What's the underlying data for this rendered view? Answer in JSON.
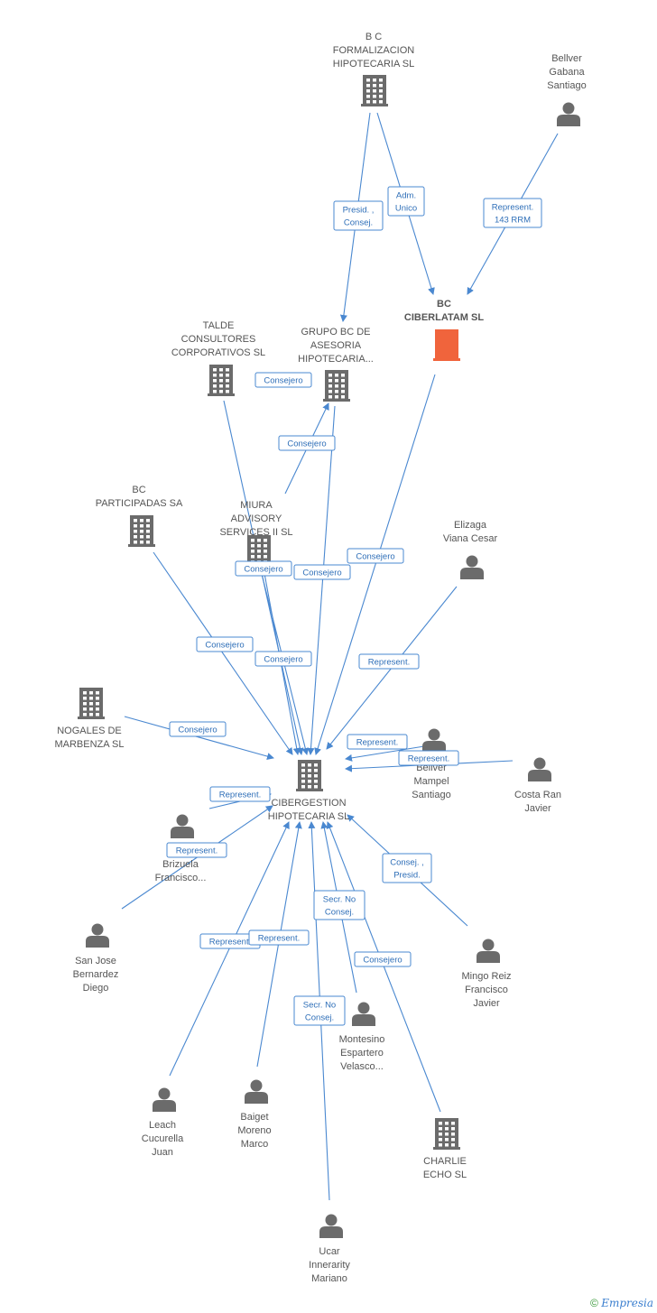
{
  "nodes": [
    {
      "id": "bcform",
      "type": "company",
      "focus": false,
      "lines": [
        "B C",
        "FORMALIZACION",
        "HIPOTECARIA SL"
      ]
    },
    {
      "id": "bellver_g",
      "type": "person",
      "focus": false,
      "lines": [
        "Bellver",
        "Gabana",
        "Santiago"
      ]
    },
    {
      "id": "ciberlatam",
      "type": "company",
      "focus": true,
      "lines": [
        "BC",
        "CIBERLATAM SL"
      ]
    },
    {
      "id": "talde",
      "type": "company",
      "focus": false,
      "lines": [
        "TALDE",
        "CONSULTORES",
        "CORPORATIVOS SL"
      ]
    },
    {
      "id": "grupobc",
      "type": "company",
      "focus": false,
      "lines": [
        "GRUPO BC DE",
        "ASESORIA",
        "HIPOTECARIA..."
      ]
    },
    {
      "id": "bcpart",
      "type": "company",
      "focus": false,
      "lines": [
        "BC",
        "PARTICIPADAS SA"
      ]
    },
    {
      "id": "miura",
      "type": "company",
      "focus": false,
      "lines": [
        "MIURA",
        "ADVISORY",
        "SERVICES II SL"
      ]
    },
    {
      "id": "elizaga",
      "type": "person",
      "focus": false,
      "lines": [
        "Elizaga",
        "Viana Cesar"
      ]
    },
    {
      "id": "nogales",
      "type": "company",
      "focus": false,
      "lines": [
        "NOGALES DE",
        "MARBENZA SL"
      ]
    },
    {
      "id": "cibergestion",
      "type": "company",
      "focus": false,
      "lines": [
        "CIBERGESTION",
        "HIPOTECARIA SL"
      ]
    },
    {
      "id": "bellver_m",
      "type": "person",
      "focus": false,
      "lines": [
        "Bellver",
        "Mampel",
        "Santiago"
      ]
    },
    {
      "id": "costa",
      "type": "person",
      "focus": false,
      "lines": [
        "Costa Ran",
        "Javier"
      ]
    },
    {
      "id": "brizuela",
      "type": "person",
      "focus": false,
      "lines": [
        "C...",
        "Brizuela",
        "Francisco..."
      ]
    },
    {
      "id": "sanjose",
      "type": "person",
      "focus": false,
      "lines": [
        "San Jose",
        "Bernardez",
        "Diego"
      ]
    },
    {
      "id": "mingo",
      "type": "person",
      "focus": false,
      "lines": [
        "Mingo Reiz",
        "Francisco",
        "Javier"
      ]
    },
    {
      "id": "montesino",
      "type": "person",
      "focus": false,
      "lines": [
        "Montesino",
        "Espartero",
        "Velasco..."
      ]
    },
    {
      "id": "leach",
      "type": "person",
      "focus": false,
      "lines": [
        "Leach",
        "Cucurella",
        "Juan"
      ]
    },
    {
      "id": "baiget",
      "type": "person",
      "focus": false,
      "lines": [
        "Baiget",
        "Moreno",
        "Marco"
      ]
    },
    {
      "id": "charlie",
      "type": "company",
      "focus": false,
      "lines": [
        "CHARLIE",
        "ECHO SL"
      ]
    },
    {
      "id": "ucar",
      "type": "person",
      "focus": false,
      "lines": [
        "Ucar",
        "Innerarity",
        "Mariano"
      ]
    }
  ],
  "edges": [
    {
      "from": "bcform",
      "to": "grupobc",
      "lines": [
        "Presid. ,",
        "Consej."
      ]
    },
    {
      "from": "bcform",
      "to": "ciberlatam",
      "lines": [
        "Adm.",
        "Unico"
      ]
    },
    {
      "from": "bellver_g",
      "to": "ciberlatam",
      "lines": [
        "Represent.",
        "143 RRM"
      ]
    },
    {
      "from": "talde",
      "to": "grupobc",
      "lines": [
        "Consejero"
      ]
    },
    {
      "from": "miura",
      "to": "grupobc",
      "lines": [
        "Consejero"
      ]
    },
    {
      "from": "grupobc",
      "to": "cibergestion",
      "lines": [
        "Consejero"
      ]
    },
    {
      "from": "ciberlatam",
      "to": "cibergestion",
      "lines": [
        "Consejero"
      ]
    },
    {
      "from": "miura",
      "to": "cibergestion",
      "lines": [
        "Consejero"
      ]
    },
    {
      "from": "bcpart",
      "to": "cibergestion",
      "lines": [
        "Consejero"
      ]
    },
    {
      "from": "talde",
      "to": "cibergestion",
      "lines": [
        "Consejero"
      ]
    },
    {
      "from": "elizaga",
      "to": "cibergestion",
      "lines": [
        "Represent."
      ]
    },
    {
      "from": "nogales",
      "to": "cibergestion",
      "lines": [
        "Consejero"
      ]
    },
    {
      "from": "bellver_m",
      "to": "cibergestion",
      "lines": [
        "Represent."
      ]
    },
    {
      "from": "costa",
      "to": "cibergestion",
      "lines": [
        "Represent."
      ]
    },
    {
      "from": "brizuela",
      "to": "cibergestion",
      "lines": [
        "Represent."
      ]
    },
    {
      "from": "sanjose",
      "to": "cibergestion",
      "lines": [
        "Represent."
      ]
    },
    {
      "from": "mingo",
      "to": "cibergestion",
      "lines": [
        "Consej. ,",
        "Presid."
      ]
    },
    {
      "from": "montesino",
      "to": "cibergestion",
      "lines": [
        "Secr.  No",
        "Consej."
      ]
    },
    {
      "from": "charlie",
      "to": "cibergestion",
      "lines": [
        "Consejero"
      ]
    },
    {
      "from": "leach",
      "to": "cibergestion",
      "lines": [
        "Represent."
      ]
    },
    {
      "from": "baiget",
      "to": "cibergestion",
      "lines": [
        "Represent."
      ]
    },
    {
      "from": "ucar",
      "to": "cibergestion",
      "lines": [
        "Secr.  No",
        "Consej."
      ]
    }
  ],
  "colors": {
    "edge": "#4a88d0",
    "node": "#6b6b6b",
    "focus": "#f0643c",
    "label": "#555555"
  },
  "footer": {
    "copyright": "©",
    "brand": "Empresia"
  }
}
